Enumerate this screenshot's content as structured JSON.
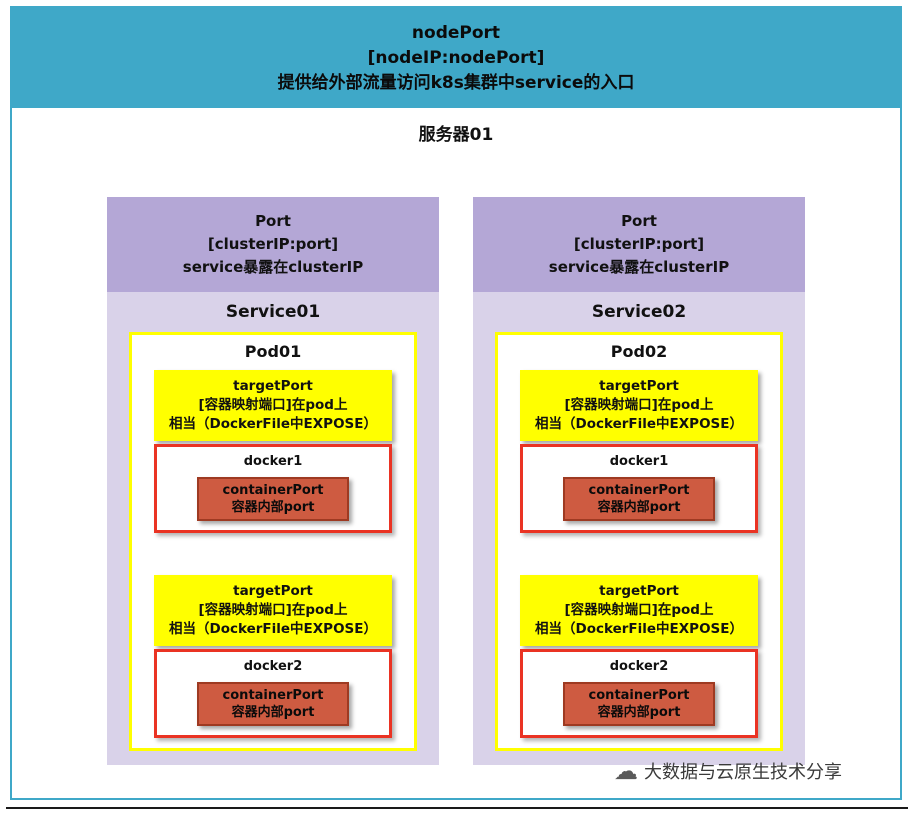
{
  "node_port_header": {
    "line1": "nodePort",
    "line2": "[nodeIP:nodePort]",
    "line3": "提供给外部流量访问k8s集群中service的入口"
  },
  "server_title": "服务器01",
  "services": [
    {
      "port_header": {
        "line1": "Port",
        "line2": "[clusterIP:port]",
        "line3": "service暴露在clusterIP"
      },
      "service_name": "Service01",
      "pod_name": "Pod01",
      "containers": [
        {
          "target_port": {
            "line1": "targetPort",
            "line2": "[容器映射端口]在pod上",
            "line3": "相当（DockerFile中EXPOSE）"
          },
          "docker_label": "docker1",
          "container_port": {
            "line1": "containerPort",
            "line2": "容器内部port"
          }
        },
        {
          "target_port": {
            "line1": "targetPort",
            "line2": "[容器映射端口]在pod上",
            "line3": "相当（DockerFile中EXPOSE）"
          },
          "docker_label": "docker2",
          "container_port": {
            "line1": "containerPort",
            "line2": "容器内部port"
          }
        }
      ]
    },
    {
      "port_header": {
        "line1": "Port",
        "line2": "[clusterIP:port]",
        "line3": "service暴露在clusterIP"
      },
      "service_name": "Service02",
      "pod_name": "Pod02",
      "containers": [
        {
          "target_port": {
            "line1": "targetPort",
            "line2": "[容器映射端口]在pod上",
            "line3": "相当（DockerFile中EXPOSE）"
          },
          "docker_label": "docker1",
          "container_port": {
            "line1": "containerPort",
            "line2": "容器内部port"
          }
        },
        {
          "target_port": {
            "line1": "targetPort",
            "line2": "[容器映射端口]在pod上",
            "line3": "相当（DockerFile中EXPOSE）"
          },
          "docker_label": "docker2",
          "container_port": {
            "line1": "containerPort",
            "line2": "容器内部port"
          }
        }
      ]
    }
  ],
  "watermark": {
    "text": "大数据与云原生技术分享"
  },
  "colors": {
    "node_port_header_bg": "#3fa8c8",
    "outer_border": "#3fa8c8",
    "port_header_bg": "#b4a7d6",
    "service_body_bg": "#d9d2e9",
    "pod_border": "#ffff00",
    "target_port_bg": "#ffff00",
    "docker_border": "#ea3323",
    "container_port_bg": "#ce5b41",
    "container_port_border": "#9e3a22"
  }
}
